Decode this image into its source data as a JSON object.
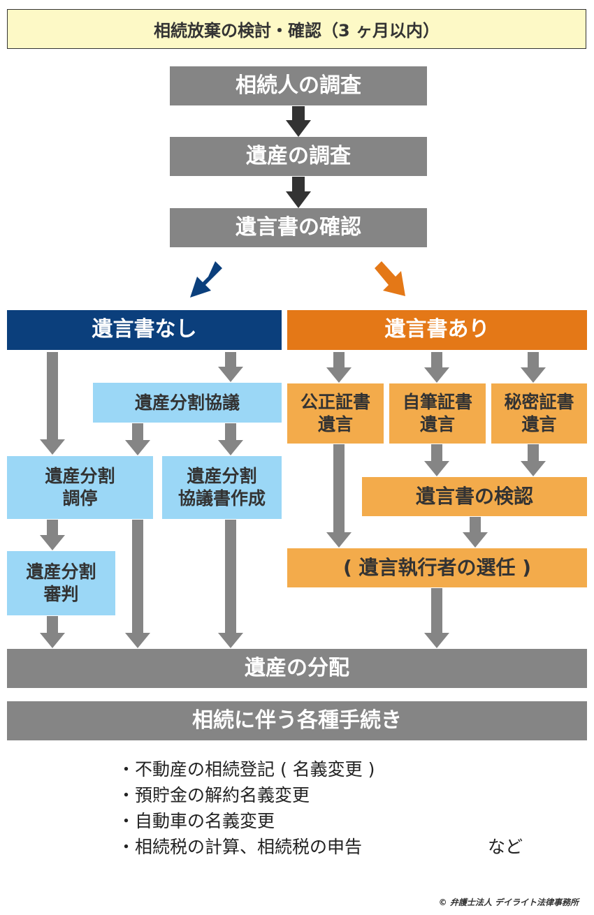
{
  "header": {
    "title": "相続放棄の検討・確認（3 ヶ月以内）"
  },
  "steps": {
    "heir_survey": "相続人の調査",
    "estate_survey": "遺産の調査",
    "will_check": "遺言書の確認"
  },
  "no_will": {
    "label": "遺言書なし",
    "division_agreement": "遺産分割協議",
    "mediation": "遺産分割\n調停",
    "agreement_document": "遺産分割\n協議書作成",
    "adjudication": "遺産分割\n審判"
  },
  "with_will": {
    "label": "遺言書あり",
    "notarial": "公正証書\n遺言",
    "holographic": "自筆証書\n遺言",
    "secret": "秘密証書\n遺言",
    "probate": "遺言書の検認",
    "executor": "( 遺言執行者の選任 )"
  },
  "distribution": "遺産の分配",
  "procedures": {
    "title": "相続に伴う各種手続き",
    "items": [
      "・不動産の相続登記 ( 名義変更 )",
      "・預貯金の解約名義変更",
      "・自動車の名義変更",
      "・相続税の計算、相続税の申告"
    ],
    "etc": "など"
  },
  "copyright": "© 弁護士法人 デイライト法律事務所",
  "colors": {
    "gray": "#858585",
    "navy": "#0b3f7c",
    "orange": "#e47817",
    "light_blue": "#9bd7f6",
    "light_orange": "#f3ab4b",
    "title_bg": "#fdf9c6",
    "dark_arrow": "#333333"
  }
}
